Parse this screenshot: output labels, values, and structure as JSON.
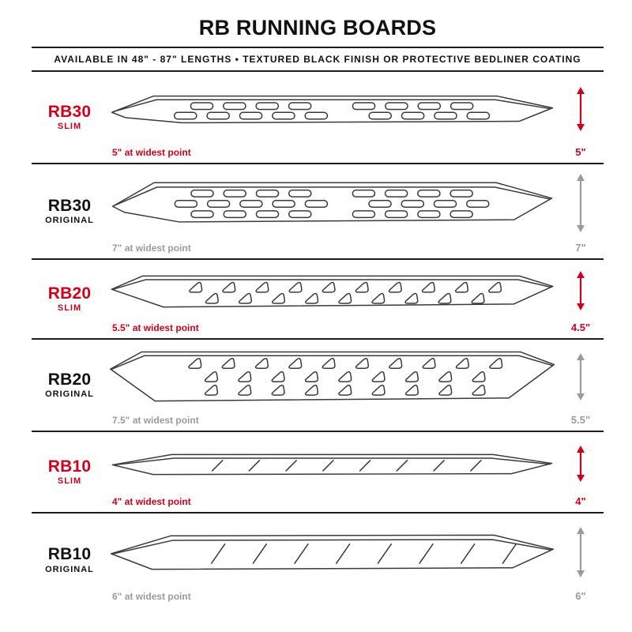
{
  "header": {
    "title": "RB RUNNING BOARDS",
    "subtitle": "AVAILABLE IN 48\" - 87\" LENGTHS • TEXTURED BLACK FINISH OR PROTECTIVE BEDLINER COATING"
  },
  "colors": {
    "accent_red": "#d0021b",
    "text_black": "#111111",
    "muted_gray": "#9b9b9b",
    "line_art": "#3a3a3a"
  },
  "boards": [
    {
      "model": "RB30",
      "variant": "SLIM",
      "width_note": "5\" at widest point",
      "height_label": "5\""
    },
    {
      "model": "RB30",
      "variant": "ORIGINAL",
      "width_note": "7\" at widest point",
      "height_label": "7\""
    },
    {
      "model": "RB20",
      "variant": "SLIM",
      "width_note": "5.5\" at widest point",
      "height_label": "4.5\""
    },
    {
      "model": "RB20",
      "variant": "ORIGINAL",
      "width_note": "7.5\" at widest point",
      "height_label": "5.5\""
    },
    {
      "model": "RB10",
      "variant": "SLIM",
      "width_note": "4\" at widest point",
      "height_label": "4\""
    },
    {
      "model": "RB10",
      "variant": "ORIGINAL",
      "width_note": "6\" at widest point",
      "height_label": "6\""
    }
  ]
}
